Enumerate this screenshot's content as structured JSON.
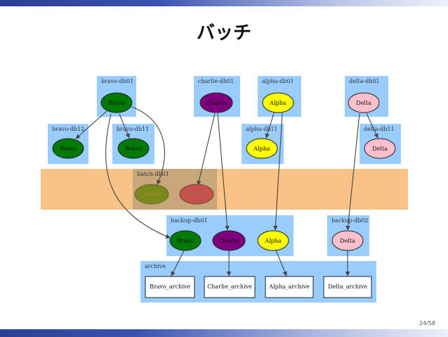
{
  "slide": {
    "title": "バッチ",
    "page_number": "24/58"
  },
  "colors": {
    "cluster_blue": "#99ccff",
    "batch_band": "#f9c286",
    "batch_cluster": "#c8a87a",
    "bravo_fill": "#007a00",
    "charlie_fill": "#7f007f",
    "alpha_fill": "#ffff00",
    "delta_fill": "#ffc0cb",
    "bravo_faded": "#7a8a1a",
    "charlie_faded": "#c8504a"
  },
  "clusters": {
    "bravo_db01": "bravo-db01",
    "charlie_db01": "charlie-db01",
    "alpha_db01": "alpha-db01",
    "delta_db01": "delta-db01",
    "bravo_db12": "bravo-db12",
    "bravo_db11": "bravo-db11",
    "alpha_db11": "alpha-db11",
    "delta_db11": "delta-db11",
    "batch_db01": "batch-db01",
    "backup_db01": "backup-db01",
    "backup_db02": "backup-db02",
    "archive": "archive"
  },
  "nodes": {
    "bravo": "Bravo",
    "charlie": "Charlie",
    "alpha": "Alpha",
    "delta": "Delta"
  },
  "archives": {
    "bravo": "Bravo_archive",
    "charlie": "Charlie_archive",
    "alpha": "Alpha_archive",
    "delta": "Delta_archive"
  }
}
